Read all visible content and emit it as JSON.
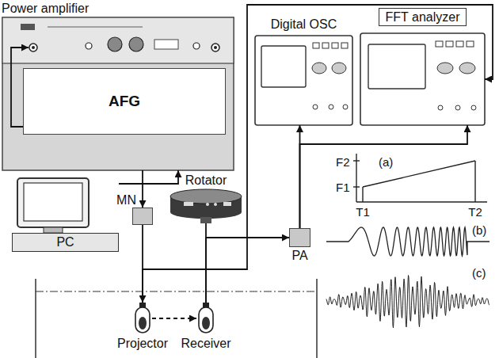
{
  "diagram": {
    "nodes": [
      {
        "text": [
          "Power amplifier"
        ]
      },
      {
        "text": [
          "AFG"
        ],
        "in": 0
      },
      {
        "text": [
          "Digital OSC"
        ]
      },
      {
        "text": [
          "FFT analyzer"
        ]
      },
      {
        "text": [
          "PC"
        ]
      },
      {
        "text": [
          "MN"
        ]
      },
      {
        "text": [
          "Rotator"
        ]
      },
      {
        "text": [
          "PA"
        ]
      },
      {
        "text": [
          "Projector"
        ]
      },
      {
        "text": [
          "Receiver"
        ]
      }
    ],
    "edges": [
      {
        "from": 1,
        "to": 0,
        "arrow": "to"
      },
      {
        "from": 4,
        "to": 0,
        "arrow": "to"
      },
      {
        "from": 0,
        "to": 5,
        "arrow": "to"
      },
      {
        "from": 5,
        "to": 8,
        "arrow": "to"
      },
      {
        "from": 8,
        "to": 9,
        "arrow": "to"
      },
      {
        "from": 8,
        "to": 3,
        "arrow": "to"
      },
      {
        "from": 9,
        "to": 7,
        "arrow": "to"
      },
      {
        "from": 7,
        "to": 2,
        "arrow": "to"
      },
      {
        "from": 7,
        "to": 3,
        "arrow": "to"
      },
      {
        "from": 6,
        "to": 9,
        "arrow": "none"
      }
    ],
    "labels": [
      "(a)",
      "F2",
      "F1",
      "T1",
      "T2",
      "(b)",
      "(c)"
    ]
  }
}
